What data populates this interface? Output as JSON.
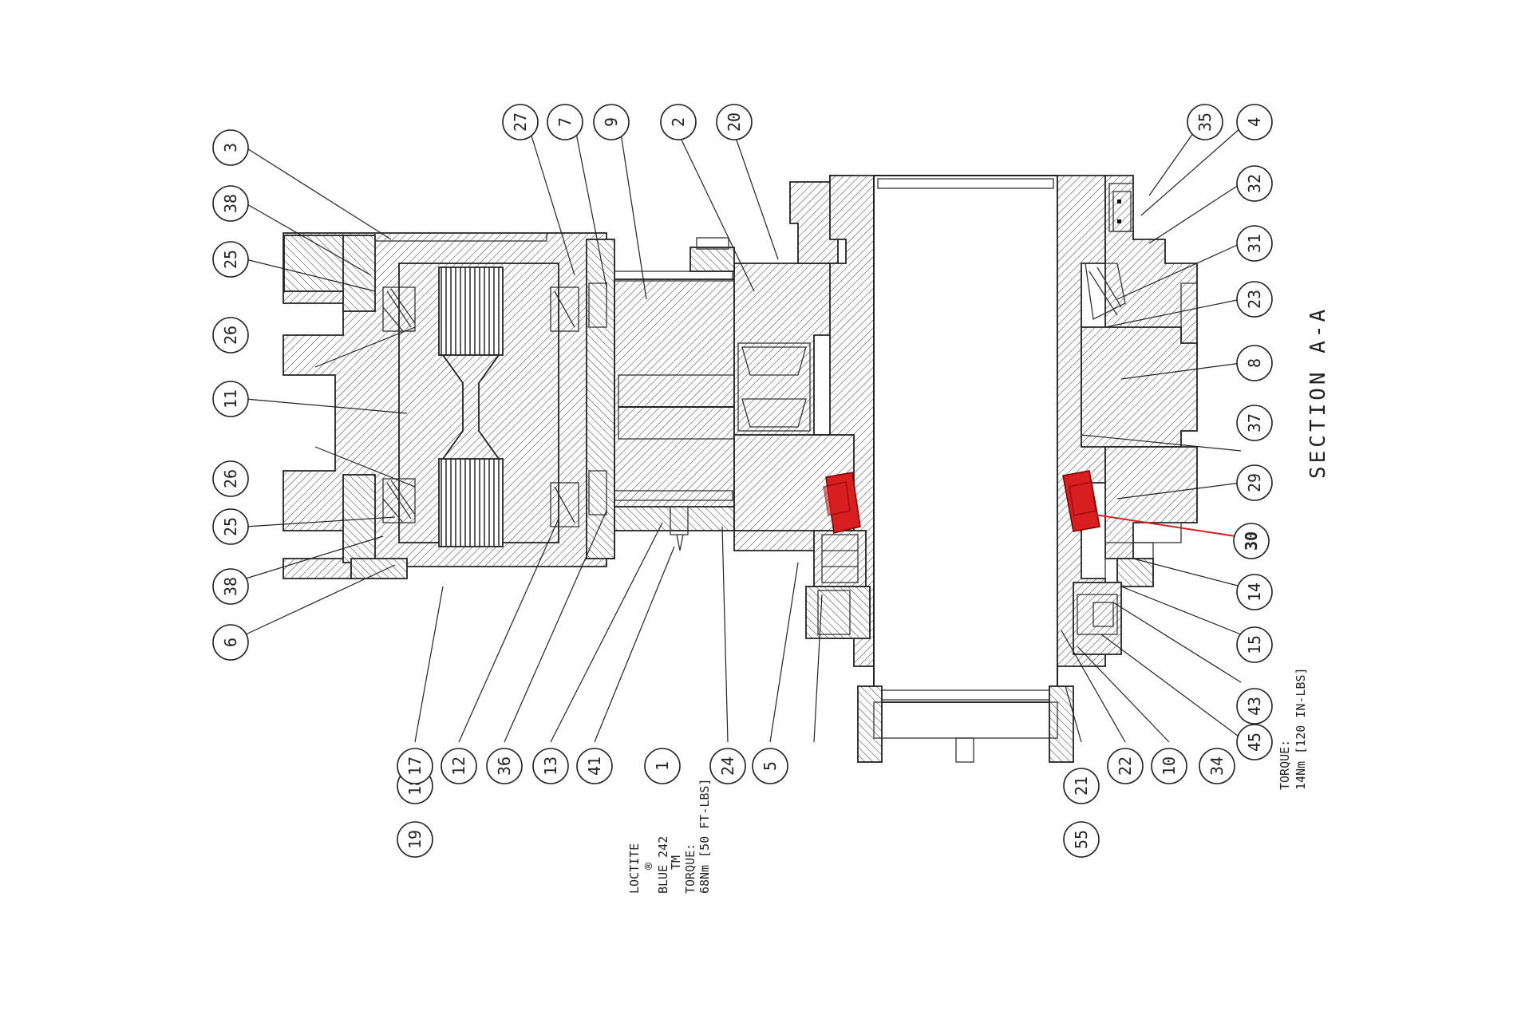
{
  "title": "SECTION A-A",
  "notes": {
    "loctite": [
      "LOCTITE",
      "®",
      "BLUE 242",
      "TM",
      "TORQUE:",
      "68Nm [50 FT-LBS]"
    ],
    "torque_right": [
      "TORQUE:",
      "14Nm [120 IN-LBS]"
    ]
  },
  "highlight": {
    "part": "30",
    "color": "#d81e1e"
  },
  "callouts": [
    "3",
    "38",
    "25",
    "26",
    "11",
    "26",
    "25",
    "38",
    "6",
    "27",
    "7",
    "9",
    "2",
    "20",
    "35",
    "4",
    "32",
    "31",
    "23",
    "8",
    "37",
    "29",
    "30",
    "14",
    "15",
    "43",
    "45",
    "19",
    "18",
    "17",
    "12",
    "36",
    "13",
    "41",
    "1",
    "24",
    "5",
    "55",
    "21",
    "22",
    "10",
    "34"
  ]
}
